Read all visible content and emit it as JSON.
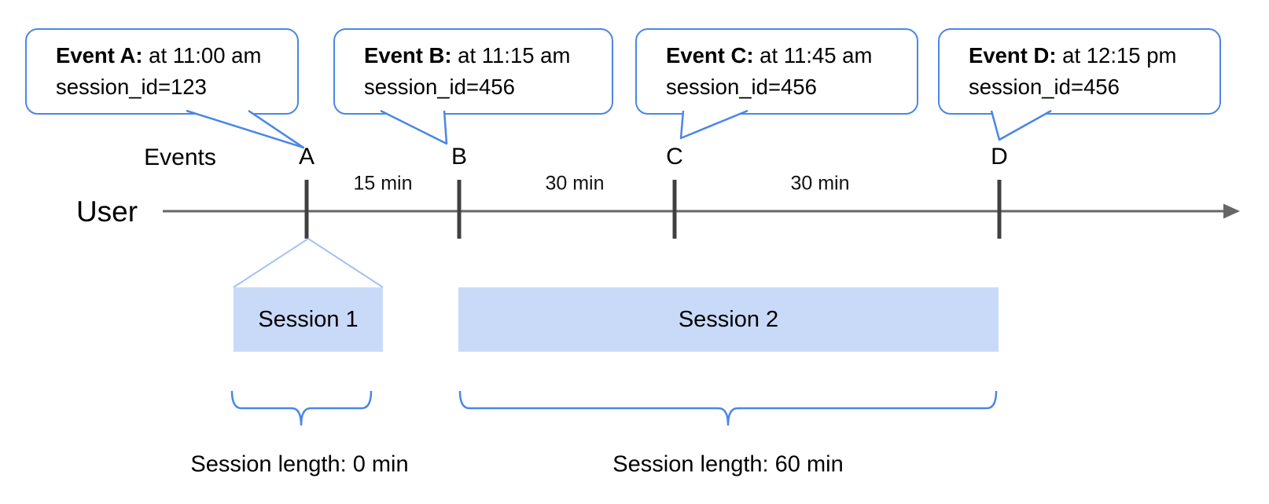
{
  "diagram": {
    "events_axis_label": "Events",
    "user_label": "User",
    "bubbles": [
      {
        "title_bold": "Event A:",
        "title_rest": " at 11:00 am",
        "detail": "session_id=123"
      },
      {
        "title_bold": "Event B:",
        "title_rest": " at 11:15 am",
        "detail": "session_id=456"
      },
      {
        "title_bold": "Event C:",
        "title_rest": " at 11:45 am",
        "detail": "session_id=456"
      },
      {
        "title_bold": "Event D:",
        "title_rest": " at 12:15 pm",
        "detail": "session_id=456"
      }
    ],
    "markers": [
      "A",
      "B",
      "C",
      "D"
    ],
    "gap_labels": [
      "15 min",
      "30 min",
      "30 min"
    ],
    "sessions": [
      {
        "name": "Session 1",
        "length": "Session length: 0 min"
      },
      {
        "name": "Session 2",
        "length": "Session length: 60 min"
      }
    ],
    "colors": {
      "bubble_border": "#4a86e8",
      "brace": "#4a86e8",
      "connector": "#a4c2f4",
      "session_fill": "#c9daf8",
      "axis": "#666666",
      "tick": "#404040",
      "text": "#000000"
    }
  }
}
